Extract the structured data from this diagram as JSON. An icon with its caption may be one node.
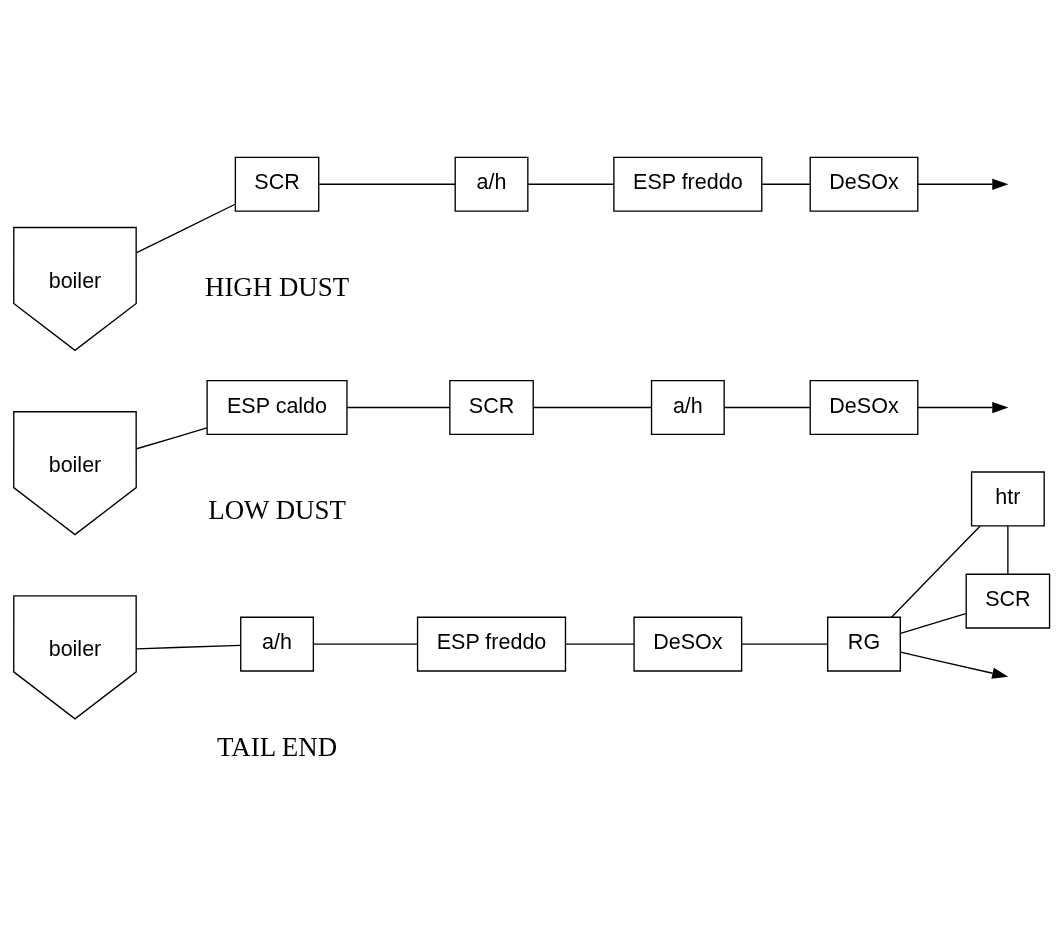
{
  "diagram": {
    "nodes": [
      {
        "text": [
          "boiler"
        ]
      },
      {
        "text": [
          "SCR"
        ]
      },
      {
        "text": [
          "a/h"
        ]
      },
      {
        "text": [
          "ESP freddo"
        ]
      },
      {
        "text": [
          "DeSOx"
        ]
      },
      {
        "text": [
          "boiler"
        ]
      },
      {
        "text": [
          "ESP caldo"
        ]
      },
      {
        "text": [
          "SCR"
        ]
      },
      {
        "text": [
          "a/h"
        ]
      },
      {
        "text": [
          "DeSOx"
        ]
      },
      {
        "text": [
          "boiler"
        ]
      },
      {
        "text": [
          "a/h"
        ]
      },
      {
        "text": [
          "ESP freddo"
        ]
      },
      {
        "text": [
          "DeSOx"
        ]
      },
      {
        "text": [
          "RG"
        ]
      },
      {
        "text": [
          "SCR"
        ]
      },
      {
        "text": [
          "htr"
        ]
      }
    ],
    "edges": [
      {
        "from": 0,
        "to": 1,
        "arrow": "none"
      },
      {
        "from": 1,
        "to": 2,
        "arrow": "none"
      },
      {
        "from": 2,
        "to": 3,
        "arrow": "none"
      },
      {
        "from": 3,
        "to": 4,
        "arrow": "none"
      },
      {
        "from": 4,
        "to": null,
        "arrow": "to"
      },
      {
        "from": 5,
        "to": 6,
        "arrow": "none"
      },
      {
        "from": 6,
        "to": 7,
        "arrow": "none"
      },
      {
        "from": 7,
        "to": 8,
        "arrow": "none"
      },
      {
        "from": 8,
        "to": 9,
        "arrow": "none"
      },
      {
        "from": 9,
        "to": null,
        "arrow": "to"
      },
      {
        "from": 10,
        "to": 11,
        "arrow": "none"
      },
      {
        "from": 11,
        "to": 12,
        "arrow": "none"
      },
      {
        "from": 12,
        "to": 13,
        "arrow": "none"
      },
      {
        "from": 13,
        "to": 14,
        "arrow": "none"
      },
      {
        "from": 14,
        "to": 16,
        "arrow": "none"
      },
      {
        "from": 16,
        "to": 15,
        "arrow": "none"
      },
      {
        "from": 15,
        "to": 14,
        "arrow": "none"
      },
      {
        "from": 14,
        "to": null,
        "arrow": "to"
      }
    ],
    "labels": [
      "HIGH DUST",
      "LOW DUST",
      "TAIL END"
    ]
  }
}
